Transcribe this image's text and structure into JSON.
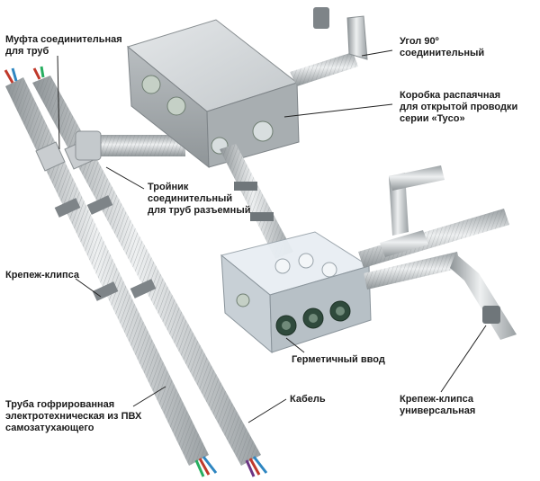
{
  "labels": {
    "coupling": [
      "Муфта соединительная",
      "для труб"
    ],
    "elbow": [
      "Угол 90º",
      "соединительный"
    ],
    "junction_box": [
      "Коробка распаячная",
      "для открытой проводки",
      "серии «Tyco»"
    ],
    "tee": [
      "Тройник",
      "соединительный",
      "для труб разъемный"
    ],
    "clip": [
      "Крепеж-клипса"
    ],
    "sealed_entry": [
      "Герметичный ввод"
    ],
    "pipe": [
      "Труба гофрированная",
      "электротехническая из ПВХ",
      "самозатухающего"
    ],
    "cable": [
      "Кабель"
    ],
    "universal_clip": [
      "Крепеж-клипса",
      "универсальная"
    ]
  },
  "colors": {
    "pipe": "#d2d6d8",
    "box_body": "#b7bcbf",
    "box_lid": "#cfd3d6",
    "transparent_box": "#dfe7ee",
    "gland": "#2f4a3c",
    "leader": "#222222"
  }
}
